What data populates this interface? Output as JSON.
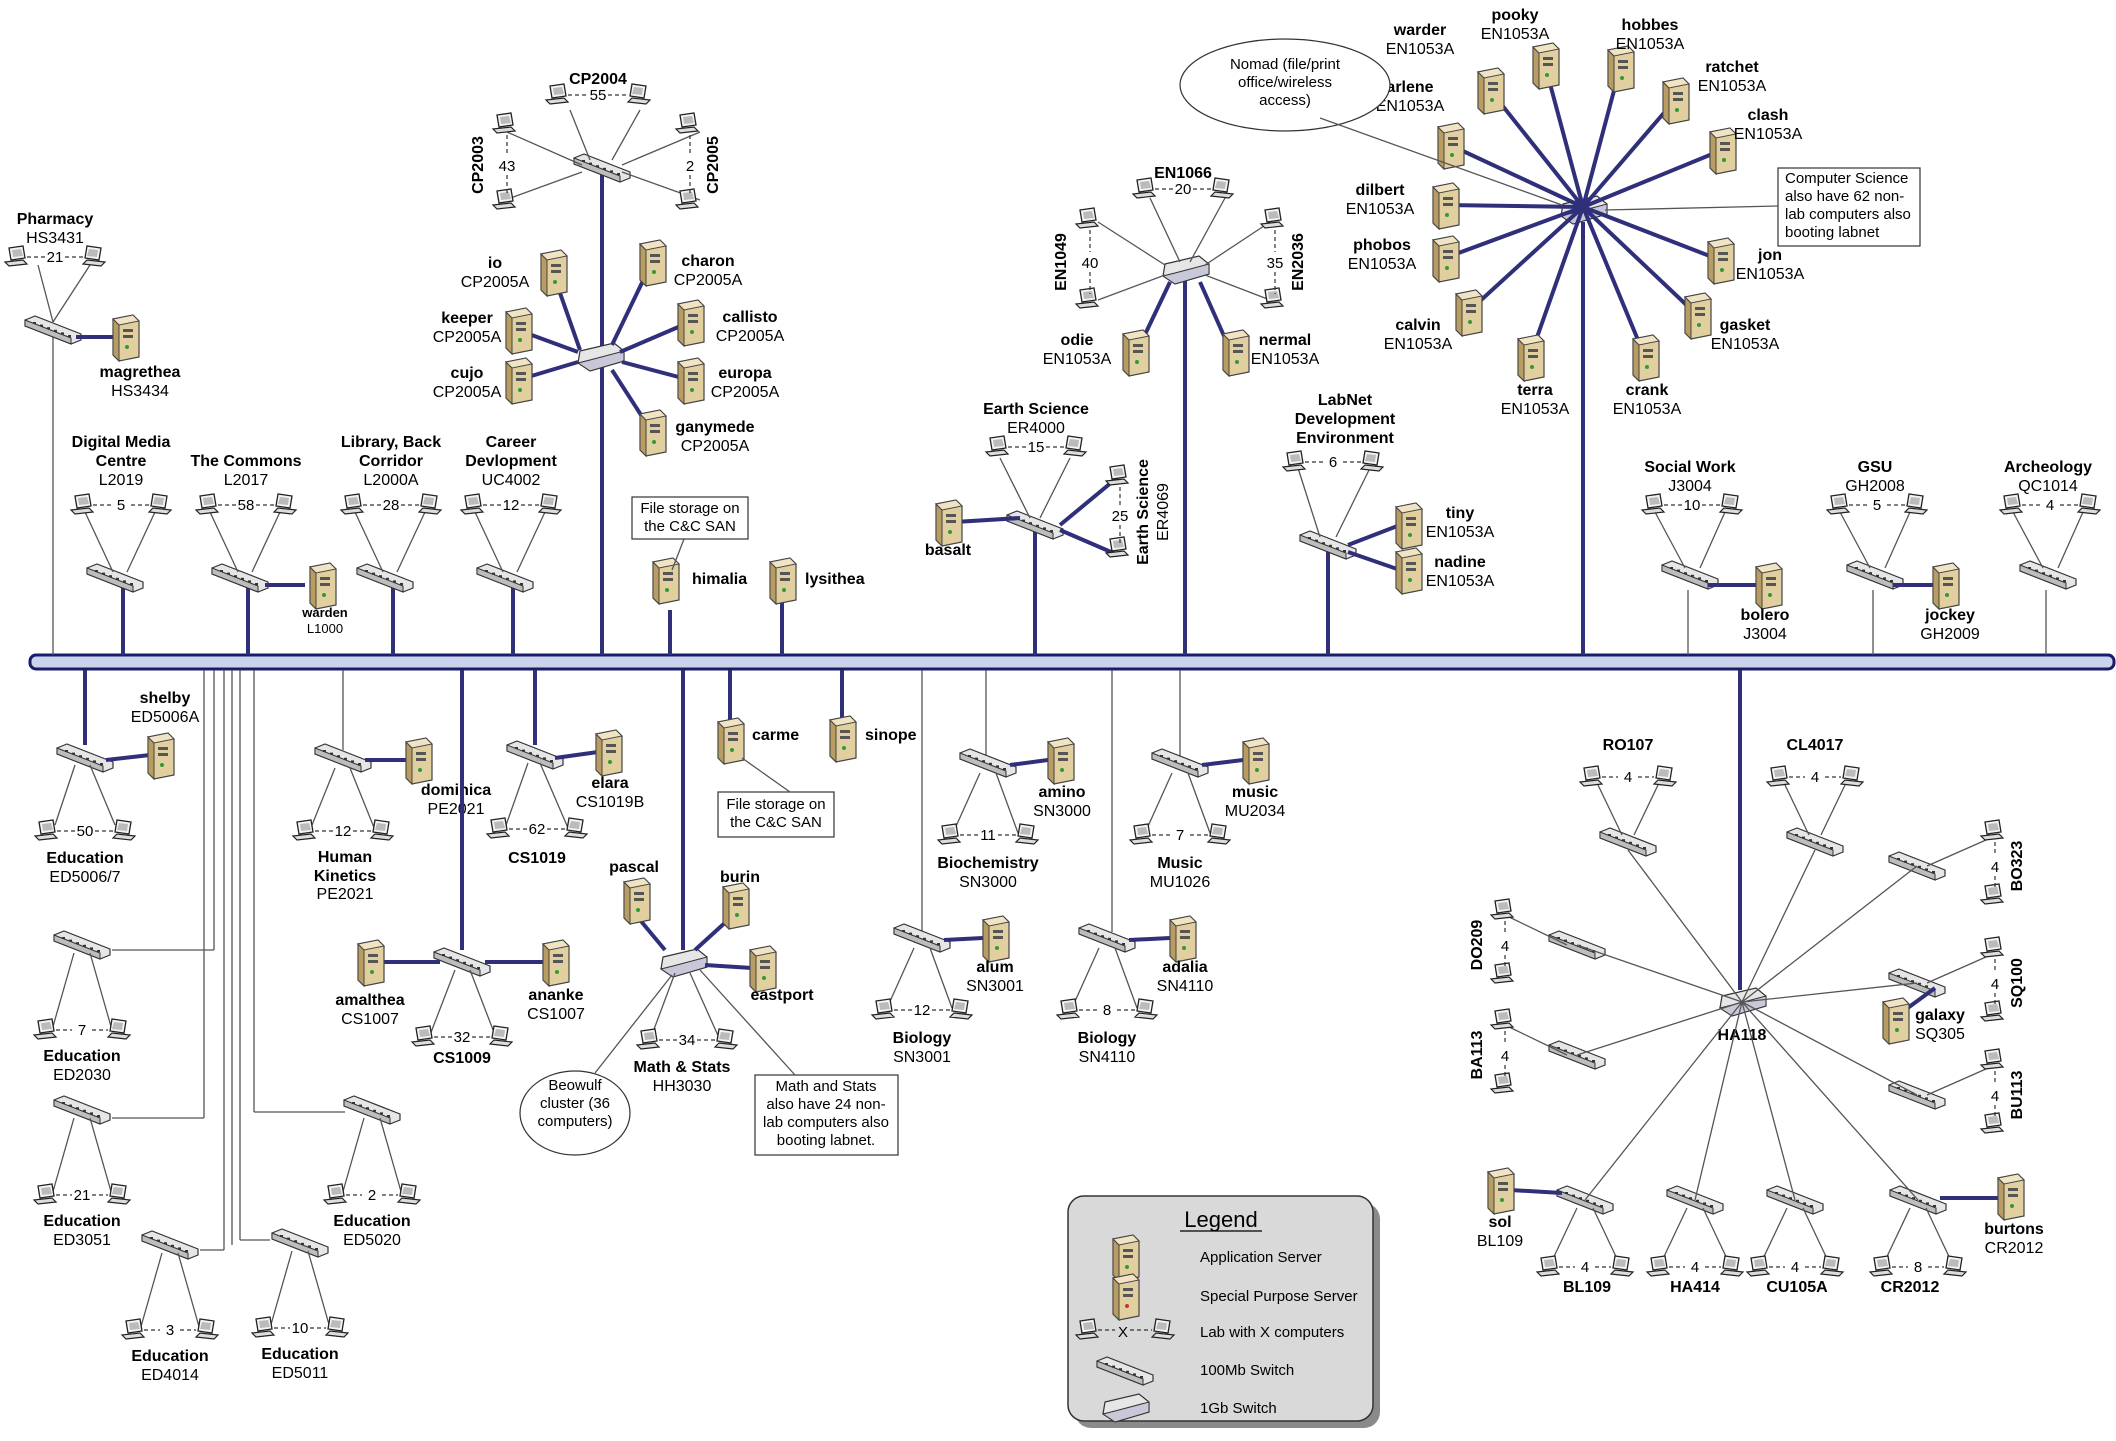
{
  "backbone": {
    "color": "#1b1b6b"
  },
  "colors": {
    "trunk": "#2f2f7a",
    "thin": "#555555",
    "server": "#e2cfa0",
    "server_dark": "#b89c62",
    "switch": "#e6e6e6",
    "legend_bg": "#d9d9d9"
  },
  "labs": [
    {
      "id": "pharmacy",
      "name": "Pharmacy",
      "room": "HS3431",
      "count": "21"
    },
    {
      "id": "digital-media",
      "name": "Digital Media\nCentre",
      "room": "L2019",
      "count": "5"
    },
    {
      "id": "commons",
      "name": "The Commons",
      "room": "L2017",
      "count": "58"
    },
    {
      "id": "library",
      "name": "Library, Back\nCorridor",
      "room": "L2000A",
      "count": "28"
    },
    {
      "id": "career",
      "name": "Career\nDevlopment",
      "room": "UC4002",
      "count": "12"
    },
    {
      "id": "cp2004",
      "name": "CP2004",
      "room": "",
      "count": "55"
    },
    {
      "id": "cp2003",
      "name": "CP2003",
      "room": "",
      "count": "43"
    },
    {
      "id": "cp2005",
      "name": "CP2005",
      "room": "",
      "count": "2"
    },
    {
      "id": "earth-science",
      "name": "Earth Science",
      "room": "ER4000",
      "count": "15"
    },
    {
      "id": "earth-science-2",
      "name": "Earth Science",
      "room": "ER4069",
      "count": "25"
    },
    {
      "id": "en1066",
      "name": "EN1066",
      "room": "",
      "count": "20"
    },
    {
      "id": "en1049",
      "name": "EN1049",
      "room": "",
      "count": "40"
    },
    {
      "id": "en2036",
      "name": "EN2036",
      "room": "",
      "count": "35"
    },
    {
      "id": "labnet",
      "name": "LabNet\nDevelopment\nEnvironment",
      "room": "",
      "count": "6"
    },
    {
      "id": "social-work",
      "name": "Social Work",
      "room": "J3004",
      "count": "10"
    },
    {
      "id": "gsu",
      "name": "GSU",
      "room": "GH2008",
      "count": "5"
    },
    {
      "id": "archeology",
      "name": "Archeology",
      "room": "QC1014",
      "count": "4"
    },
    {
      "id": "edu-5006",
      "name": "Education",
      "room": "ED5006/7",
      "count": "50"
    },
    {
      "id": "edu-2030",
      "name": "Education",
      "room": "ED2030",
      "count": "7"
    },
    {
      "id": "edu-3051",
      "name": "Education",
      "room": "ED3051",
      "count": "21"
    },
    {
      "id": "edu-4014",
      "name": "Education",
      "room": "ED4014",
      "count": "3"
    },
    {
      "id": "edu-5011",
      "name": "Education",
      "room": "ED5011",
      "count": "10"
    },
    {
      "id": "edu-5020",
      "name": "Education",
      "room": "ED5020",
      "count": "2"
    },
    {
      "id": "human-kinetics",
      "name": "Human\nKinetics",
      "room": "PE2021",
      "count": "12"
    },
    {
      "id": "cs1019",
      "name": "CS1019",
      "room": "",
      "count": "62"
    },
    {
      "id": "cs1009",
      "name": "CS1009",
      "room": "",
      "count": "32"
    },
    {
      "id": "math-stats",
      "name": "Math & Stats",
      "room": "HH3030",
      "count": "34"
    },
    {
      "id": "biochem",
      "name": "Biochemistry",
      "room": "SN3000",
      "count": "11"
    },
    {
      "id": "music",
      "name": "Music",
      "room": "MU1026",
      "count": "7"
    },
    {
      "id": "bio-3001",
      "name": "Biology",
      "room": "SN3001",
      "count": "12"
    },
    {
      "id": "bio-4110",
      "name": "Biology",
      "room": "SN4110",
      "count": "8"
    },
    {
      "id": "ro107",
      "name": "RO107",
      "room": "",
      "count": "4"
    },
    {
      "id": "cl4017",
      "name": "CL4017",
      "room": "",
      "count": "4"
    },
    {
      "id": "bo323",
      "name": "BO323",
      "room": "",
      "count": "4"
    },
    {
      "id": "do209",
      "name": "DO209",
      "room": "",
      "count": "4"
    },
    {
      "id": "sq100",
      "name": "SQ100",
      "room": "",
      "count": "4"
    },
    {
      "id": "ba113",
      "name": "BA113",
      "room": "",
      "count": "4"
    },
    {
      "id": "bu113",
      "name": "BU113",
      "room": "",
      "count": "4"
    },
    {
      "id": "bl109",
      "name": "BL109",
      "room": "",
      "count": "4"
    },
    {
      "id": "ha414",
      "name": "HA414",
      "room": "",
      "count": "4"
    },
    {
      "id": "cu105a",
      "name": "CU105A",
      "room": "",
      "count": "4"
    },
    {
      "id": "cr2012",
      "name": "CR2012",
      "room": "",
      "count": "8"
    }
  ],
  "servers": [
    {
      "id": "magrethea",
      "name": "magrethea",
      "room": "HS3434"
    },
    {
      "id": "warden",
      "name": "warden",
      "room": "L1000"
    },
    {
      "id": "io",
      "name": "io",
      "room": "CP2005A"
    },
    {
      "id": "keeper",
      "name": "keeper",
      "room": "CP2005A"
    },
    {
      "id": "cujo",
      "name": "cujo",
      "room": "CP2005A"
    },
    {
      "id": "charon",
      "name": "charon",
      "room": "CP2005A"
    },
    {
      "id": "callisto",
      "name": "callisto",
      "room": "CP2005A"
    },
    {
      "id": "europa",
      "name": "europa",
      "room": "CP2005A"
    },
    {
      "id": "ganymede",
      "name": "ganymede",
      "room": "CP2005A"
    },
    {
      "id": "himalia",
      "name": "himalia",
      "room": ""
    },
    {
      "id": "lysithea",
      "name": "lysithea",
      "room": ""
    },
    {
      "id": "basalt",
      "name": "basalt",
      "room": ""
    },
    {
      "id": "odie",
      "name": "odie",
      "room": "EN1053A"
    },
    {
      "id": "nermal",
      "name": "nermal",
      "room": "EN1053A"
    },
    {
      "id": "tiny",
      "name": "tiny",
      "room": "EN1053A"
    },
    {
      "id": "nadine",
      "name": "nadine",
      "room": "EN1053A"
    },
    {
      "id": "warder",
      "name": "warder",
      "room": "EN1053A"
    },
    {
      "id": "pooky",
      "name": "pooky",
      "room": "EN1053A"
    },
    {
      "id": "hobbes",
      "name": "hobbes",
      "room": "EN1053A"
    },
    {
      "id": "ratchet",
      "name": "ratchet",
      "room": "EN1053A"
    },
    {
      "id": "arlene",
      "name": "arlene",
      "room": "EN1053A"
    },
    {
      "id": "clash",
      "name": "clash",
      "room": "EN1053A"
    },
    {
      "id": "dilbert",
      "name": "dilbert",
      "room": "EN1053A"
    },
    {
      "id": "phobos",
      "name": "phobos",
      "room": "EN1053A"
    },
    {
      "id": "jon",
      "name": "jon",
      "room": "EN1053A"
    },
    {
      "id": "calvin",
      "name": "calvin",
      "room": "EN1053A"
    },
    {
      "id": "gasket",
      "name": "gasket",
      "room": "EN1053A"
    },
    {
      "id": "terra",
      "name": "terra",
      "room": "EN1053A"
    },
    {
      "id": "crank",
      "name": "crank",
      "room": "EN1053A"
    },
    {
      "id": "bolero",
      "name": "bolero",
      "room": "J3004"
    },
    {
      "id": "jockey",
      "name": "jockey",
      "room": "GH2009"
    },
    {
      "id": "shelby",
      "name": "shelby",
      "room": "ED5006A"
    },
    {
      "id": "dominica",
      "name": "dominica",
      "room": "PE2021"
    },
    {
      "id": "elara",
      "name": "elara",
      "room": "CS1019B"
    },
    {
      "id": "amalthea",
      "name": "amalthea",
      "room": "CS1007"
    },
    {
      "id": "ananke",
      "name": "ananke",
      "room": "CS1007"
    },
    {
      "id": "carme",
      "name": "carme",
      "room": ""
    },
    {
      "id": "sinope",
      "name": "sinope",
      "room": ""
    },
    {
      "id": "pascal",
      "name": "pascal",
      "room": ""
    },
    {
      "id": "burin",
      "name": "burin",
      "room": ""
    },
    {
      "id": "eastport",
      "name": "eastport",
      "room": ""
    },
    {
      "id": "amino",
      "name": "amino",
      "room": "SN3000"
    },
    {
      "id": "music-srv",
      "name": "music",
      "room": "MU2034"
    },
    {
      "id": "alum",
      "name": "alum",
      "room": "SN3001"
    },
    {
      "id": "adalia",
      "name": "adalia",
      "room": "SN4110"
    },
    {
      "id": "galaxy",
      "name": "galaxy",
      "room": "SQ305"
    },
    {
      "id": "sol",
      "name": "sol",
      "room": "BL109"
    },
    {
      "id": "burtons",
      "name": "burtons",
      "room": "CR2012"
    }
  ],
  "hubs": {
    "ha118": "HA118"
  },
  "notes": {
    "nomad": "Nomad (file/print\noffice/wireless\naccess)",
    "cs_note": "Computer Science\nalso have 62 non-\nlab computers also\nbooting labnet",
    "san1": "File storage on\nthe C&C SAN",
    "san2": "File storage on\nthe C&C SAN",
    "beowulf": "Beowulf\ncluster (36\ncomputers)",
    "math_note": "Math and Stats\nalso have 24 non-\nlab computers also\nbooting labnet."
  },
  "legend": {
    "title": "Legend",
    "items": [
      "Application Server",
      "Special Purpose Server",
      "Lab with X computers",
      "100Mb Switch",
      "1Gb Switch"
    ],
    "lab_marker": "X"
  }
}
